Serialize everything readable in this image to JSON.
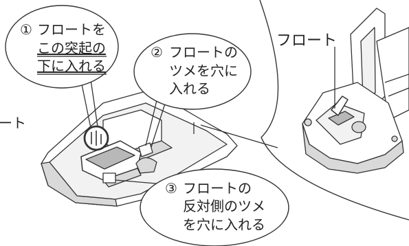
{
  "callouts": {
    "step1": {
      "marker": "①",
      "line1": "フロートを",
      "line2": "この突起の",
      "line3": "下に入れる"
    },
    "step2": {
      "marker": "②",
      "line1": "フロートの",
      "line2": "ツメを穴に",
      "line3": "入れる"
    },
    "step3": {
      "marker": "③",
      "line1": "フロートの",
      "line2": "反対側のツメ",
      "line3": "を穴に入れる"
    }
  },
  "labels": {
    "left_partial": "ート",
    "right_float": "フロート"
  },
  "colors": {
    "line": "#333333",
    "shade": "#d9d9d9",
    "shade_dark": "#b8b8b8",
    "background": "#ffffff"
  }
}
